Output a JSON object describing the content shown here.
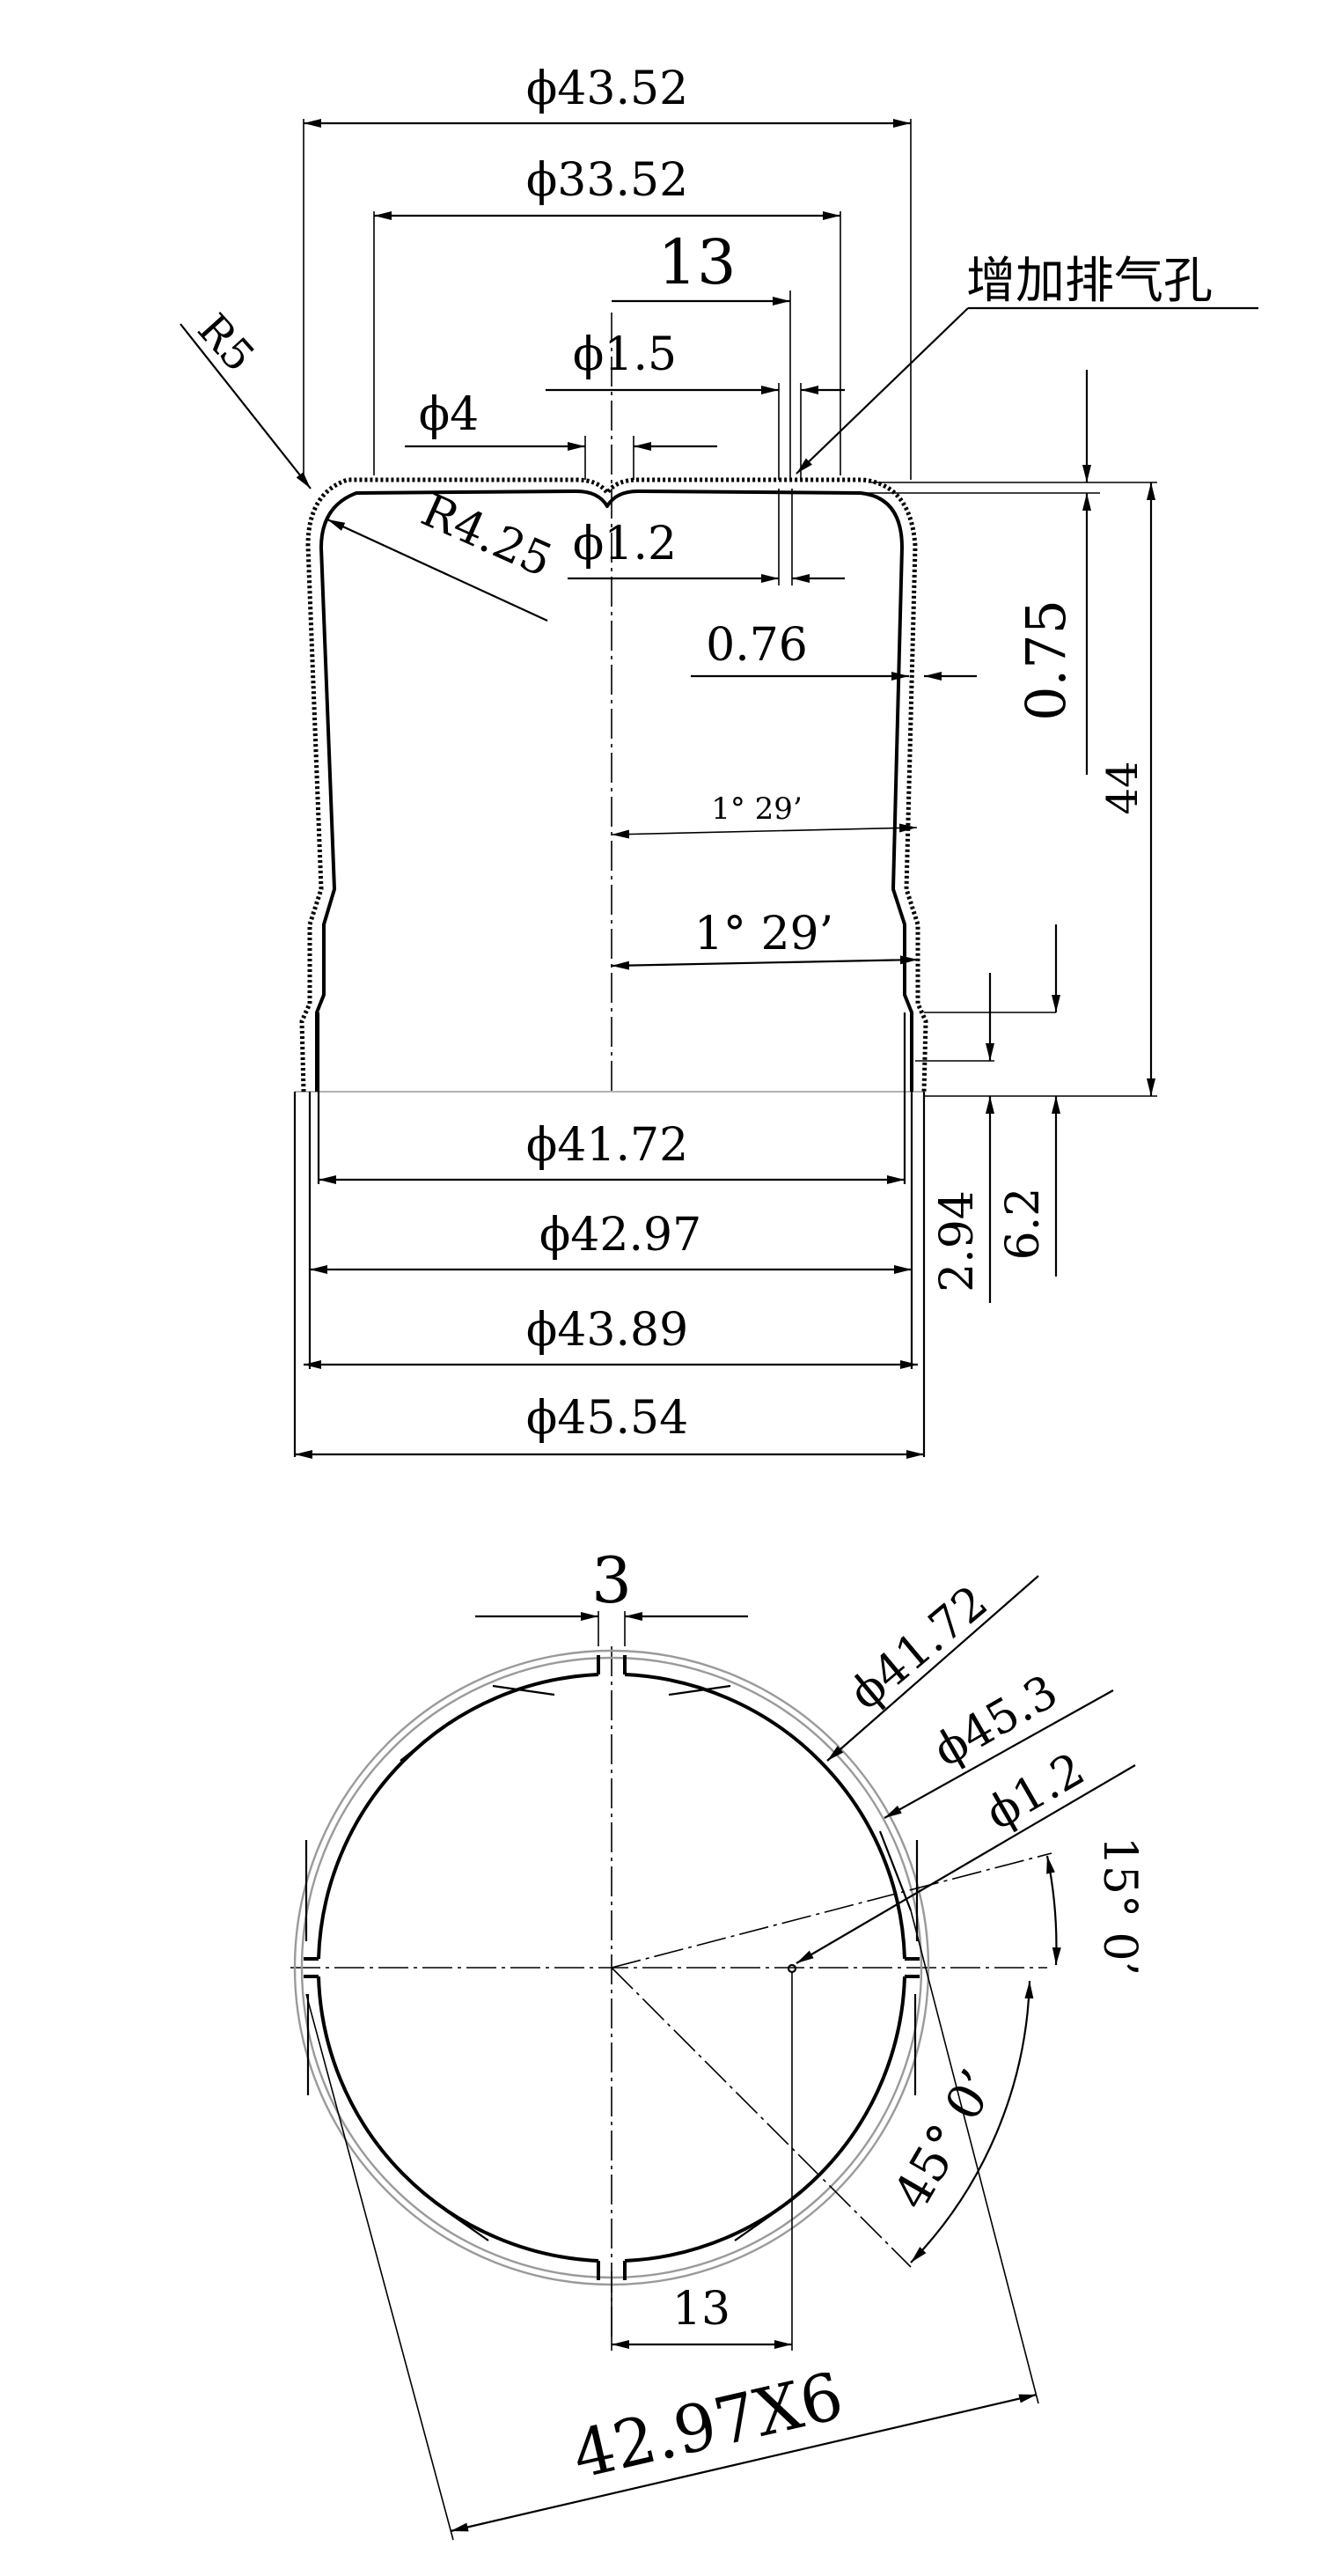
{
  "front_view": {
    "dim_outer_top": "ϕ43.52",
    "dim_inner_top": "ϕ33.52",
    "dim_13_top": "13",
    "dim_hole_15": "ϕ1.5",
    "note_vent_hole": "增加排气孔",
    "dim_radius_r5": "R5",
    "dim_dia_4": "ϕ4",
    "dim_radius_r425": "R4.25",
    "dim_hole_12": "ϕ1.2",
    "dim_wall_076": "0.76",
    "dim_wall_075": "0.75",
    "dim_height_44": "44",
    "dim_angle_small": "1° 29’",
    "dim_angle_large": "1° 29’",
    "dim_4172": "ϕ41.72",
    "dim_4297": "ϕ42.97",
    "dim_4389": "ϕ43.89",
    "dim_4554": "ϕ45.54",
    "dim_294": "2.94",
    "dim_62": "6.2"
  },
  "top_view": {
    "dim_gap_3": "3",
    "dim_4172": "ϕ41.72",
    "dim_453": "ϕ45.3",
    "dim_12": "ϕ1.2",
    "dim_angle_15": "15° 0’",
    "dim_angle_45": "45° 0’",
    "dim_13": "13",
    "dim_4297x6": "42.97X6"
  }
}
